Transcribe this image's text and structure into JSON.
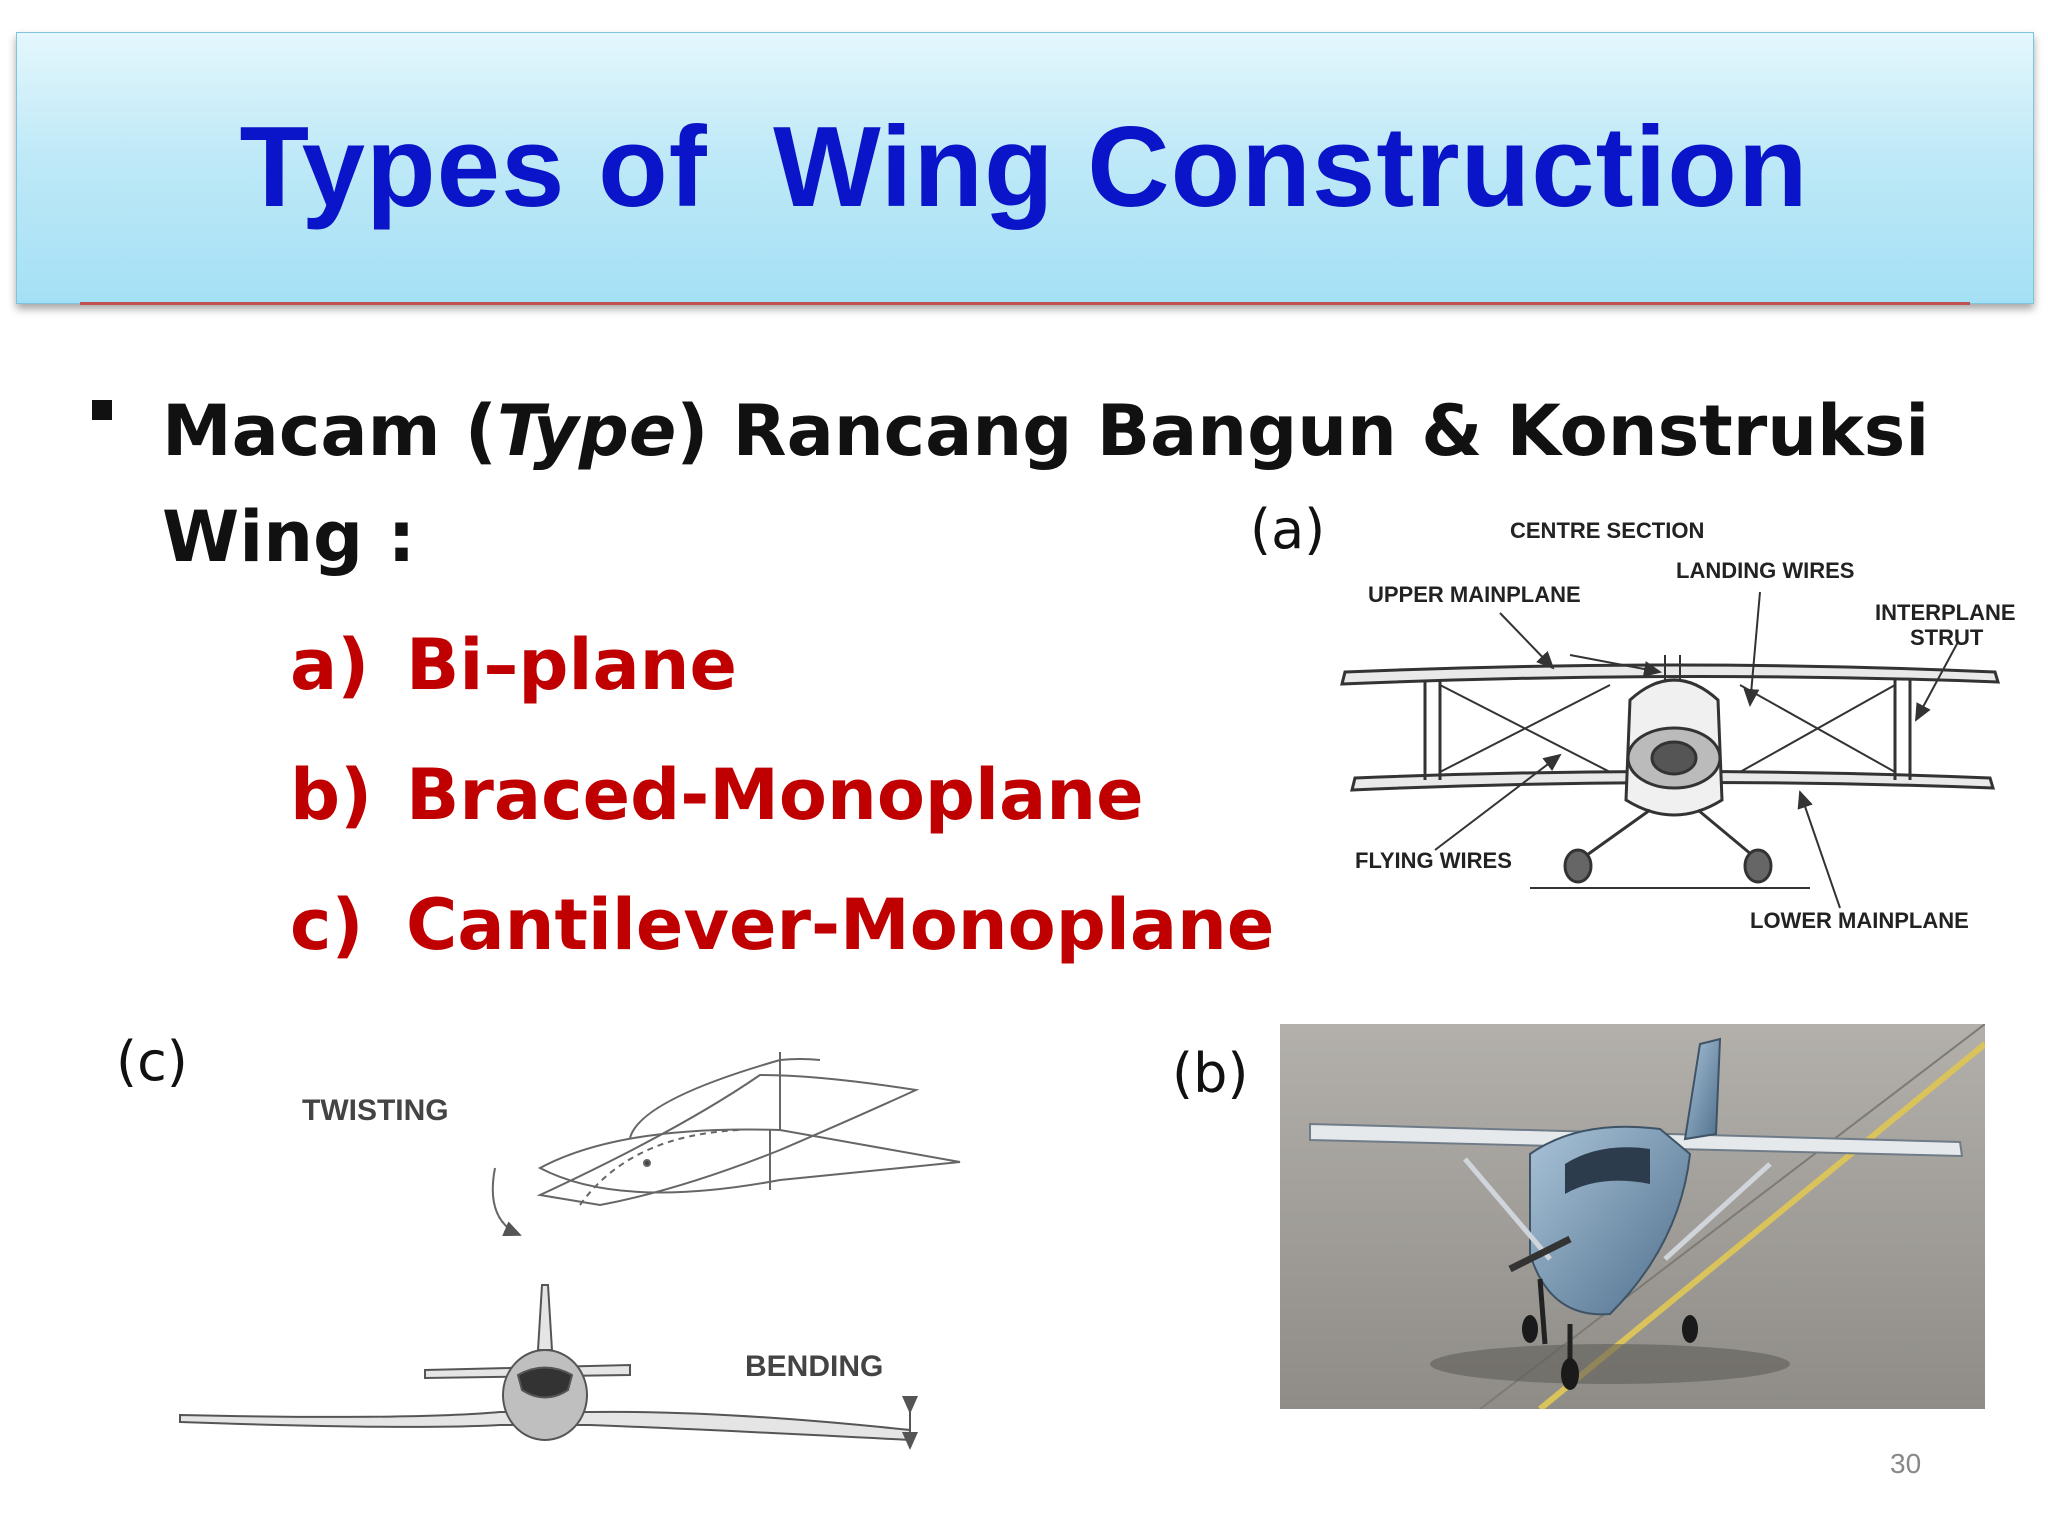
{
  "title": "Types of  Wing Construction",
  "bullet": {
    "prefix": "Macam (",
    "italic": "Type",
    "suffix": ") Rancang Bangun & Konstruksi",
    "line2": "Wing :"
  },
  "items": [
    {
      "marker": "a)",
      "text": "Bi–plane"
    },
    {
      "marker": "b)",
      "text": "Braced-Monoplane"
    },
    {
      "marker": "c)",
      "text": "Cantilever-Monoplane"
    }
  ],
  "figures": {
    "a": {
      "label": "(a)",
      "callouts": {
        "centre_section": "CENTRE SECTION",
        "landing_wires": "LANDING WIRES",
        "upper_mainplane": "UPPER MAINPLANE",
        "interplane_strut_1": "INTERPLANE",
        "interplane_strut_2": "STRUT",
        "flying_wires": "FLYING WIRES",
        "lower_mainplane": "LOWER MAINPLANE"
      }
    },
    "b": {
      "label": "(b)"
    },
    "c": {
      "label": "(c)",
      "callouts": {
        "twisting": "TWISTING",
        "bending": "BENDING"
      }
    }
  },
  "page_number": "30",
  "colors": {
    "title": "#0a14c8",
    "list_items": "#c00000",
    "title_box": "#bfe9f7"
  }
}
